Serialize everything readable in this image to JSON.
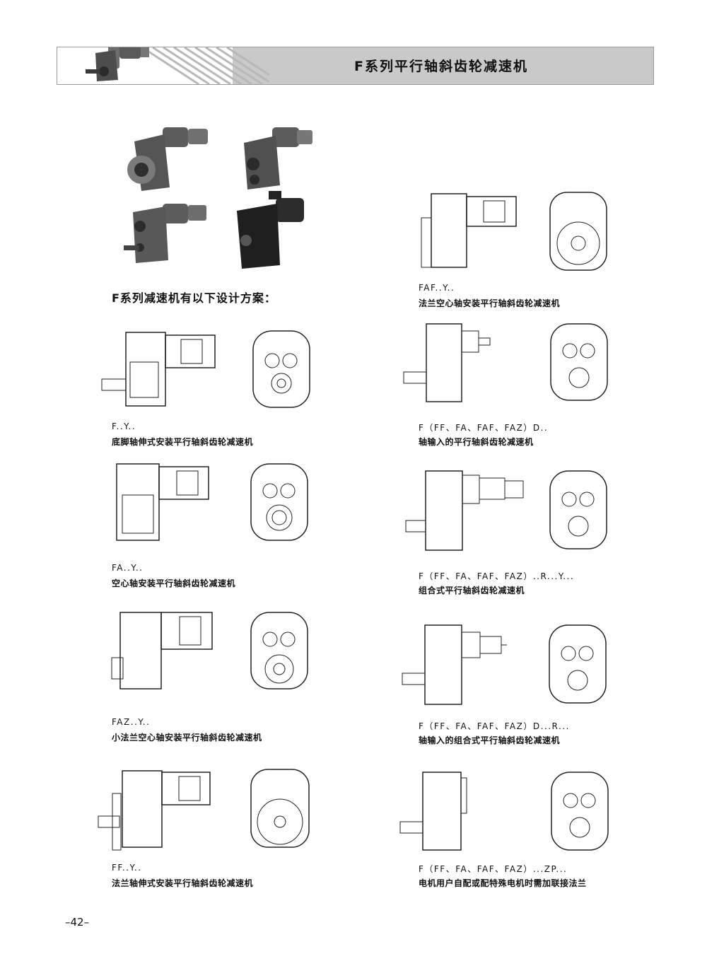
{
  "header": {
    "title": "F系列平行轴斜齿轮减速机"
  },
  "intro": {
    "subheading": "F系列减速机有以下设计方案："
  },
  "designs": [
    {
      "id": "faf-y",
      "code": "FAF..Y..",
      "description": "法兰空心轴安装平行轴斜齿轮减速机"
    },
    {
      "id": "f-y",
      "code": "F..Y..",
      "description": "底脚轴伸式安装平行轴斜齿轮减速机"
    },
    {
      "id": "f-d",
      "code": "F（FF、FA、FAF、FAZ）D..",
      "description": "轴输入的平行轴斜齿轮减速机"
    },
    {
      "id": "fa-y",
      "code": "FA..Y..",
      "description": "空心轴安装平行轴斜齿轮减速机"
    },
    {
      "id": "f-r-y",
      "code": "F（FF、FA、FAF、FAZ）..R...Y...",
      "description": "组合式平行轴斜齿轮减速机"
    },
    {
      "id": "faz-y",
      "code": "FAZ..Y..",
      "description": "小法兰空心轴安装平行轴斜齿轮减速机"
    },
    {
      "id": "f-d-r",
      "code": "F（FF、FA、FAF、FAZ）D...R...",
      "description": "轴输入的组合式平行轴斜齿轮减速机"
    },
    {
      "id": "ff-y",
      "code": "FF..Y..",
      "description": "法兰轴伸式安装平行轴斜齿轮减速机"
    },
    {
      "id": "f-zp",
      "code": "F（FF、FA、FAF、FAZ）...ZP...",
      "description": "电机用户自配或配特殊电机时需加联接法兰"
    }
  ],
  "page_number": "–42–"
}
